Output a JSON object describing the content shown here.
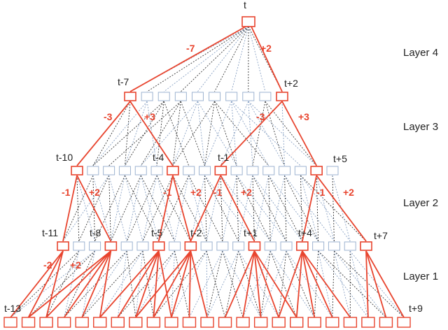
{
  "colors": {
    "active": "#e8442e",
    "inactive_node": "#9db3d0",
    "conn_blue": "#8aa2c4",
    "conn_dark": "#3a3a3a",
    "weight_text": "#e8442e"
  },
  "diagram": {
    "layers": [
      {
        "name": "Layer 4"
      },
      {
        "name": "Layer 3"
      },
      {
        "name": "Layer 2"
      },
      {
        "name": "Layer 1"
      }
    ],
    "time_labels": {
      "top": [
        "t"
      ],
      "row1": [
        "t-7",
        "t+2"
      ],
      "row2": [
        "t-10",
        "t-4",
        "t-1",
        "t+5"
      ],
      "row3": [
        "t-11",
        "t-8",
        "t-5",
        "t-2",
        "t+1",
        "t+4",
        "t+7"
      ],
      "row4": [
        "t-13",
        "t+9"
      ]
    },
    "weights": {
      "layer4": [
        "-7",
        "+2"
      ],
      "layer3": [
        "-3",
        "+3",
        "-3",
        "+3"
      ],
      "layer2": [
        "-1",
        "+2",
        "-1",
        "+2",
        "-1",
        "+2",
        "-1",
        "+2"
      ],
      "layer1": [
        "-2",
        "+2"
      ]
    }
  }
}
